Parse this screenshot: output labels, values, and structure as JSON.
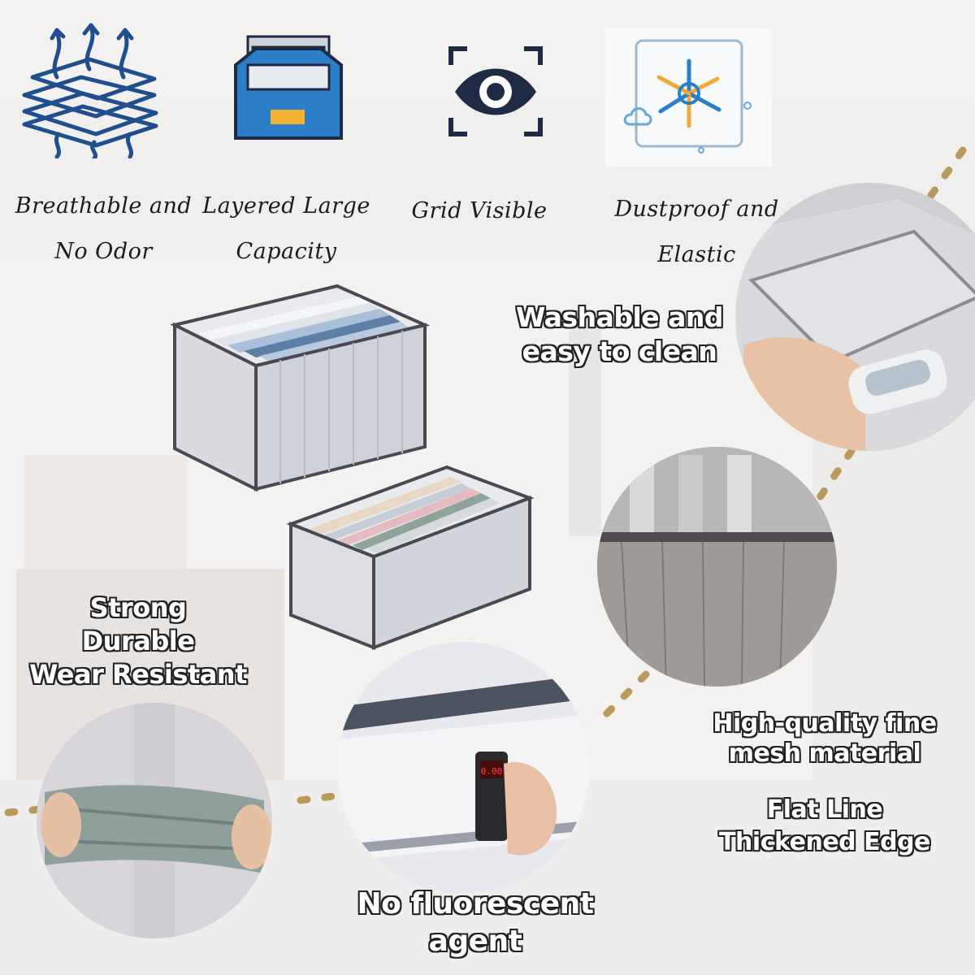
{
  "features": [
    {
      "line1": "Breathable and",
      "line2": "No Odor",
      "icon": "breathable-layers-icon"
    },
    {
      "line1": "Layered Large",
      "line2": "Capacity",
      "icon": "drawer-tray-icon"
    },
    {
      "line1": "Grid Visible",
      "line2": "",
      "icon": "eye-scan-icon"
    },
    {
      "line1": "Dustproof and",
      "line2": "Elastic",
      "icon": "dustproof-fan-icon"
    }
  ],
  "callouts": {
    "washable": [
      "Washable and",
      "easy to clean"
    ],
    "strong": [
      "Strong",
      "Durable",
      "Wear Resistant"
    ],
    "mesh": [
      "High-quality fine",
      "mesh material"
    ],
    "edge": [
      "Flat Line",
      "Thickened Edge"
    ],
    "fluorescent": [
      "No fluorescent",
      "agent"
    ]
  },
  "meter_readout": "0.00",
  "colors": {
    "icon_blue": "#2b7fc8",
    "icon_navy": "#1f2a44",
    "dot_gold": "#b89a5e",
    "frame_gray": "#4a4850"
  }
}
